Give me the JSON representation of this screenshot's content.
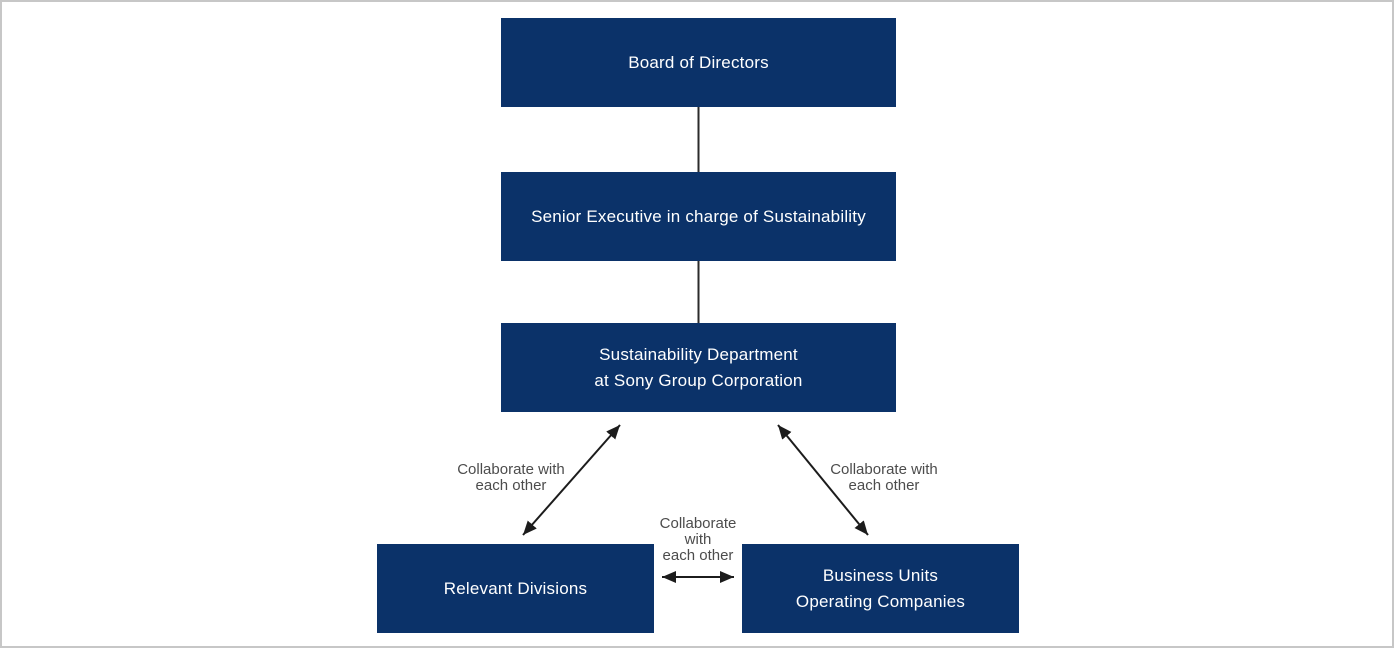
{
  "colors": {
    "page_bg": "#ffffff",
    "frame_border": "#c7c7c7",
    "box_fill": "#0b3269",
    "box_text": "#ffffff",
    "line": "#2b2b2b",
    "arrow": "#1c1c1c",
    "edge_label_text": "#4c4c4c"
  },
  "nodes": {
    "board": {
      "label": "Board of Directors"
    },
    "senior_executive": {
      "label": "Senior Executive in charge of Sustainability"
    },
    "sustainability_department": {
      "label": "Sustainability Department\nat Sony Group Corporation"
    },
    "relevant_divisions": {
      "label": "Relevant Divisions"
    },
    "business_units": {
      "label": "Business Units\nOperating Companies"
    }
  },
  "edge_labels": {
    "dept_divisions": "Collaborate with\neach other",
    "dept_business": "Collaborate with\neach other",
    "divisions_business": "Collaborate\nwith\neach other"
  }
}
